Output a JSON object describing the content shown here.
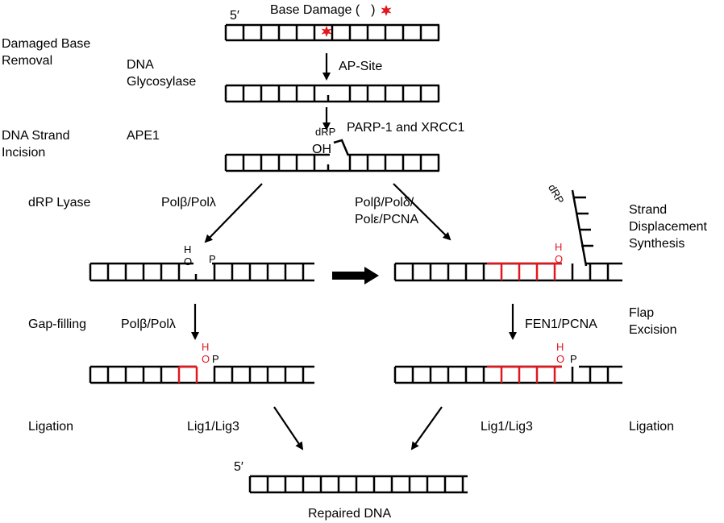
{
  "labels": {
    "base_damage": "Base Damage (",
    "base_damage_close": ")",
    "five_prime_top": "5′",
    "five_prime_bottom": "5′",
    "damaged_base_removal": "Damaged Base\nRemoval",
    "dna_glycosylase": "DNA\nGlycosylase",
    "ap_site": "AP-Site",
    "dna_strand_incision": "DNA Strand\nIncision",
    "ape1": "APE1",
    "drp": "dRP",
    "parp_xrcc1": "PARP-1 and XRCC1",
    "oh": "OH",
    "drp_lyase": "dRP Lyase",
    "pol_beta_lambda_1": "Polβ/Polλ",
    "pol_delta_eps": "Polβ/Polδ/\nPolε/PCNA",
    "drp_flap": "dRP",
    "strand_displacement": "Strand\nDisplacement\nSynthesis",
    "h_left": "H",
    "o_left": "O",
    "p_left": "P",
    "h_right": "H",
    "o_right": "O",
    "gap_filling": "Gap-filling",
    "pol_beta_lambda_2": "Polβ/Polλ",
    "fen1_pcna": "FEN1/PCNA",
    "flap_excision": "Flap\nExcision",
    "h_gap": "H",
    "o_gap": "O",
    "p_gap": "P",
    "h_flap": "H",
    "o_flap": "O",
    "p_flap": "P",
    "ligation_left": "Ligation",
    "lig_left": "Lig1/Lig3",
    "lig_right": "Lig1/Lig3",
    "ligation_right": "Ligation",
    "repaired_dna": "Repaired DNA"
  },
  "colors": {
    "strand": "#000000",
    "new_synthesis": "#e1171e",
    "damage_star": "#e1171e"
  }
}
